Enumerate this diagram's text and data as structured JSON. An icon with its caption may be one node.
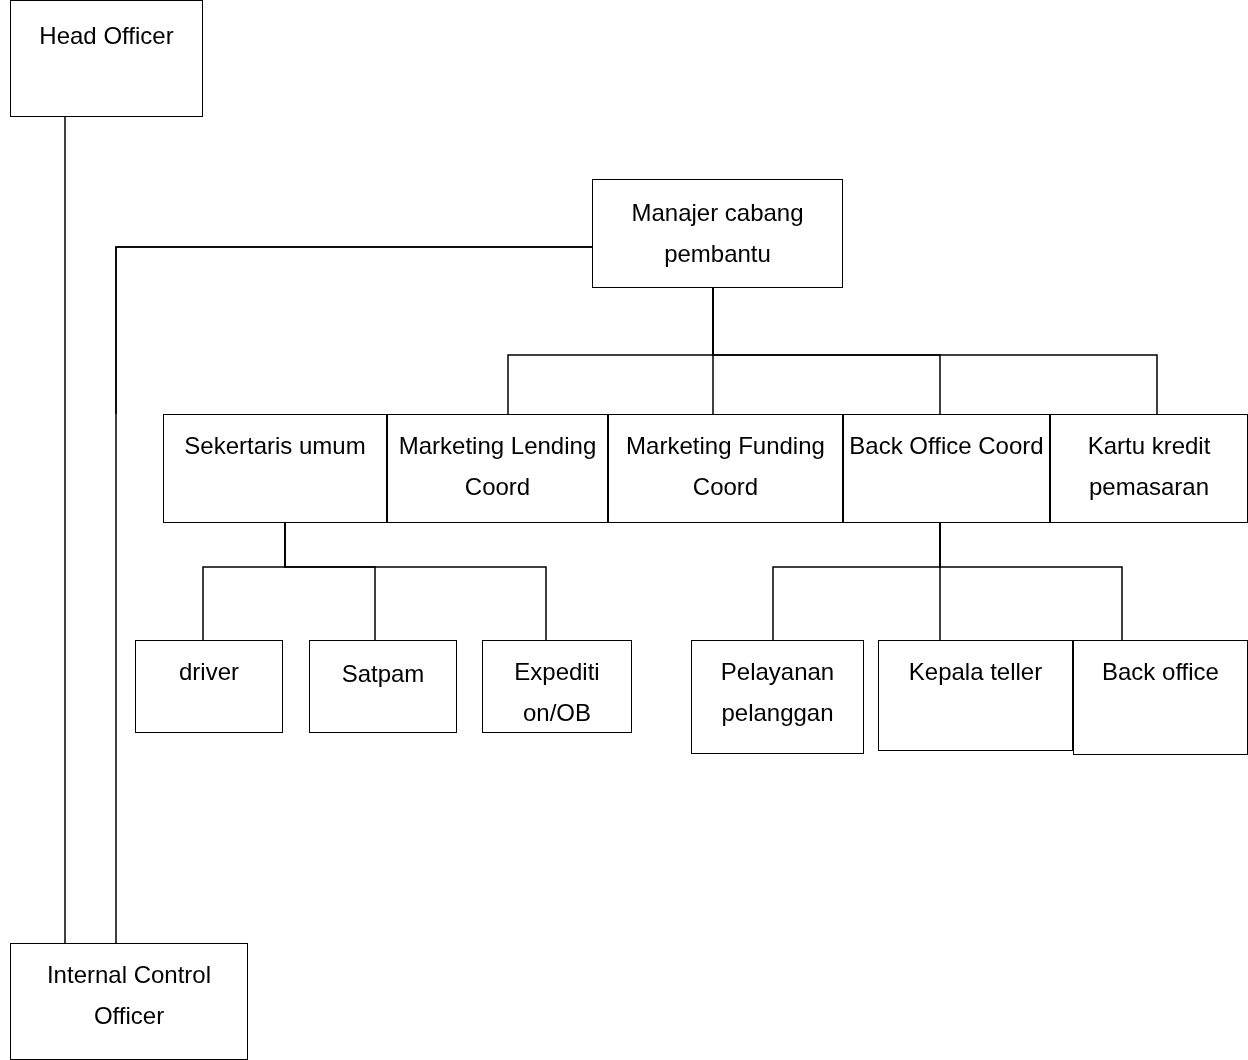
{
  "diagram": {
    "nodes": [
      {
        "text": [
          "Head Officer"
        ]
      },
      {
        "text": [
          "Manajer cabang pembantu"
        ]
      },
      {
        "text": [
          "Sekertaris umum"
        ]
      },
      {
        "text": [
          "Marketing Lending Coord"
        ]
      },
      {
        "text": [
          "Marketing Funding Coord"
        ]
      },
      {
        "text": [
          "Back Office Coord"
        ]
      },
      {
        "text": [
          "Kartu kredit pemasaran"
        ]
      },
      {
        "text": [
          "driver"
        ]
      },
      {
        "text": [
          "Satpam"
        ]
      },
      {
        "text": [
          "Expediti on/OB"
        ]
      },
      {
        "text": [
          "Pelayanan pelanggan"
        ]
      },
      {
        "text": [
          "Kepala teller"
        ]
      },
      {
        "text": [
          "Back office"
        ]
      },
      {
        "text": [
          "Internal Control Officer"
        ]
      }
    ],
    "edges": [
      {
        "from": 0,
        "to": 13,
        "arrow": "none"
      },
      {
        "from": 1,
        "to": 13,
        "arrow": "none"
      },
      {
        "from": 1,
        "to": 2,
        "arrow": "none"
      },
      {
        "from": 1,
        "to": 3,
        "arrow": "none"
      },
      {
        "from": 1,
        "to": 4,
        "arrow": "none"
      },
      {
        "from": 1,
        "to": 5,
        "arrow": "none"
      },
      {
        "from": 1,
        "to": 6,
        "arrow": "none"
      },
      {
        "from": 2,
        "to": 7,
        "arrow": "none"
      },
      {
        "from": 2,
        "to": 8,
        "arrow": "none"
      },
      {
        "from": 2,
        "to": 9,
        "arrow": "none"
      },
      {
        "from": 5,
        "to": 10,
        "arrow": "none"
      },
      {
        "from": 5,
        "to": 11,
        "arrow": "none"
      },
      {
        "from": 5,
        "to": 12,
        "arrow": "none"
      }
    ]
  }
}
